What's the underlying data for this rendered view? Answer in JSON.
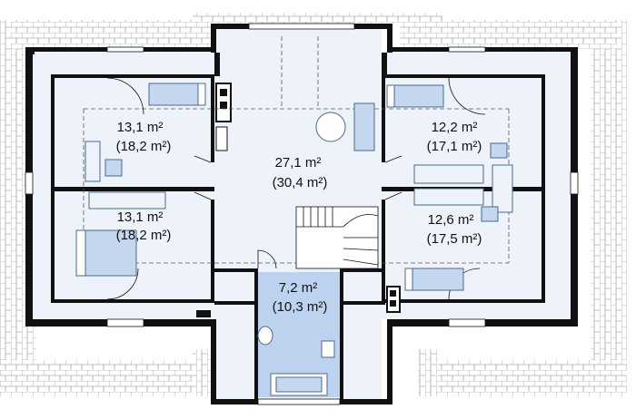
{
  "plan": {
    "rooms": [
      {
        "id": "bedroom-top-left",
        "area": "13,1 m²",
        "area_total": "(18,2 m²)"
      },
      {
        "id": "bedroom-bottom-left",
        "area": "13,1 m²",
        "area_total": "(18,2 m²)"
      },
      {
        "id": "hall",
        "area": "27,1 m²",
        "area_total": "(30,4 m²)"
      },
      {
        "id": "bedroom-top-right",
        "area": "12,2 m²",
        "area_total": "(17,1 m²)"
      },
      {
        "id": "bedroom-bottom-right",
        "area": "12,6 m²",
        "area_total": "(17,5 m²)"
      },
      {
        "id": "bathroom",
        "area": "7,2 m²",
        "area_total": "(10,3 m²)"
      }
    ],
    "colors": {
      "wall": "#111111",
      "floor": "#eef3fa",
      "roof_hatch": "#888888",
      "furniture": "#c5d7ee",
      "furniture_stroke": "#4a6a93",
      "bath_floor": "#bcd2ef"
    }
  }
}
